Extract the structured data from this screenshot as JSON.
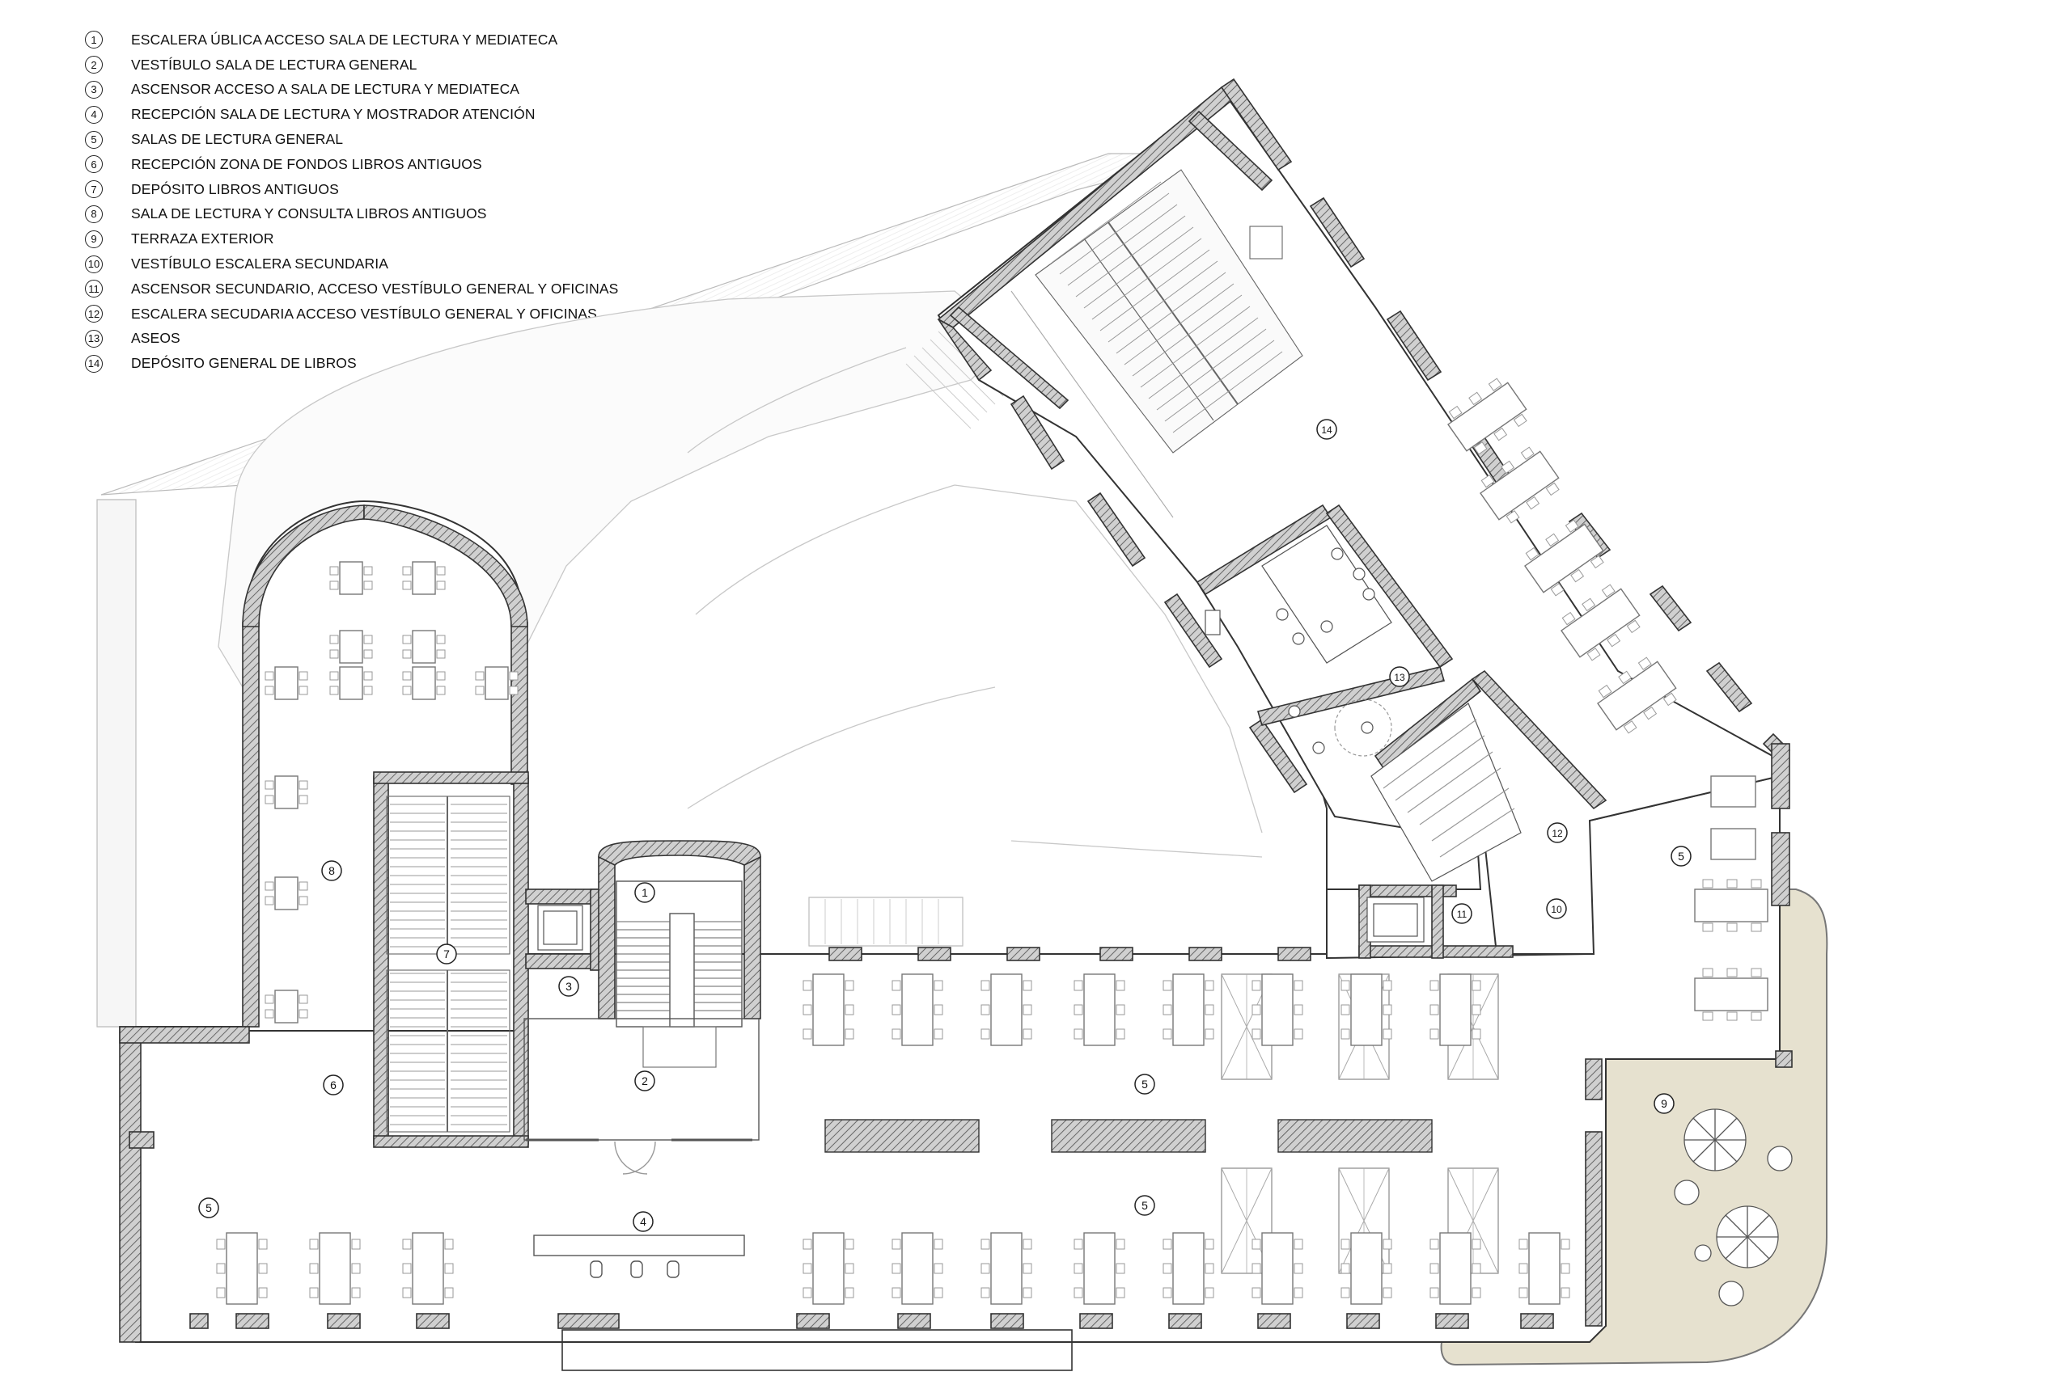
{
  "legend": [
    {
      "num": "1",
      "text": "ESCALERA ÚBLICA ACCESO SALA DE LECTURA Y MEDIATECA"
    },
    {
      "num": "2",
      "text": "VESTÍBULO SALA DE LECTURA GENERAL"
    },
    {
      "num": "3",
      "text": "ASCENSOR ACCESO A SALA DE LECTURA Y MEDIATECA"
    },
    {
      "num": "4",
      "text": "RECEPCIÓN SALA DE LECTURA Y MOSTRADOR ATENCIÓN"
    },
    {
      "num": "5",
      "text": "SALAS DE LECTURA GENERAL"
    },
    {
      "num": "6",
      "text": "RECEPCIÓN ZONA DE FONDOS LIBROS ANTIGUOS"
    },
    {
      "num": "7",
      "text": "DEPÓSITO LIBROS ANTIGUOS"
    },
    {
      "num": "8",
      "text": "SALA DE LECTURA Y CONSULTA LIBROS ANTIGUOS"
    },
    {
      "num": "9",
      "text": "TERRAZA EXTERIOR"
    },
    {
      "num": "10",
      "text": "VESTÍBULO ESCALERA SECUNDARIA"
    },
    {
      "num": "11",
      "text": "ASCENSOR SECUNDARIO, ACCESO VESTÍBULO GENERAL Y  OFICINAS"
    },
    {
      "num": "12",
      "text": "ESCALERA SECUDARIA ACCESO VESTÍBULO GENERAL Y OFICINAS"
    },
    {
      "num": "13",
      "text": "ASEOS"
    },
    {
      "num": "14",
      "text": "DEPÓSITO GENERAL DE LIBROS"
    }
  ],
  "plan_markers": {
    "m1": "1",
    "m2": "2",
    "m3": "3",
    "m4": "4",
    "m5a": "5",
    "m5b": "5",
    "m5c": "5",
    "m5d": "5",
    "m6": "6",
    "m7": "7",
    "m8": "8",
    "m9": "9",
    "m10": "10",
    "m11": "11",
    "m12": "12",
    "m13": "13",
    "m14": "14"
  },
  "colors": {
    "wall": "#555555",
    "wall_hatch": "#999999",
    "line": "#333333",
    "light_line": "#bbbbbb",
    "terrace": "#e6e1cf",
    "marker_bg": "#ffffff"
  }
}
